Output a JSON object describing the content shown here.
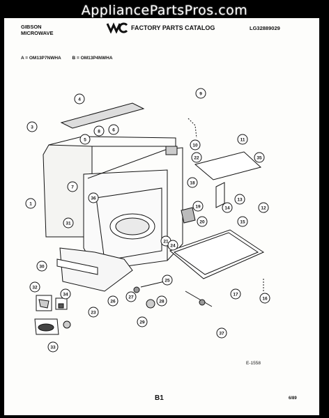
{
  "watermark": "AppliancePartsPros.com",
  "header": {
    "brand_line1": "GIBSON",
    "brand_line2": "MICROWAVE",
    "catalog_title": "FACTORY PARTS CATALOG",
    "doc_code": "LG32889029"
  },
  "models": {
    "a": "A = OM13P7NWHA",
    "b": "B = OM13P4NWHA"
  },
  "callouts": [
    "1",
    "3",
    "4",
    "5",
    "6",
    "7",
    "8",
    "9",
    "10",
    "11",
    "12",
    "13",
    "14",
    "15",
    "16",
    "17",
    "18",
    "19",
    "20",
    "21",
    "22",
    "23",
    "24",
    "25",
    "26",
    "27",
    "28",
    "29",
    "30",
    "31",
    "32",
    "33",
    "34",
    "35",
    "36",
    "37"
  ],
  "footer": {
    "drawing_id": "E-1558",
    "page_code": "B1",
    "date_code": "6/89"
  }
}
